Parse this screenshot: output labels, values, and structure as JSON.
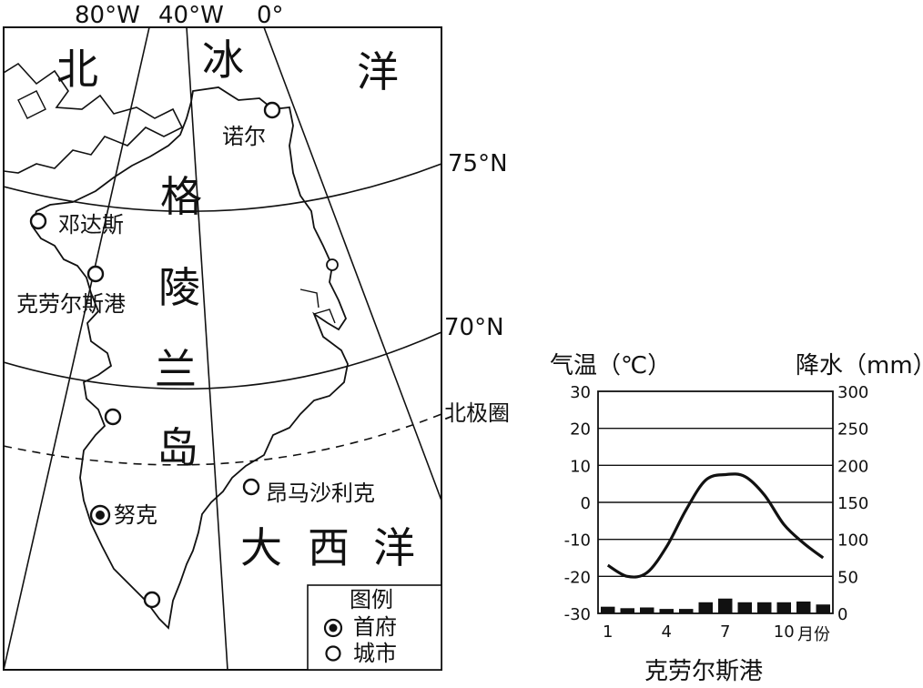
{
  "map": {
    "longitudes": [
      "80°W",
      "40°W",
      "0°"
    ],
    "latitudes": [
      "75°N",
      "70°N"
    ],
    "arctic_circle": "北极圈",
    "ocean_north": [
      "北",
      "冰",
      "洋"
    ],
    "island": [
      "格",
      "陵",
      "兰",
      "岛"
    ],
    "ocean_atlantic": [
      "大",
      "西",
      "洋"
    ],
    "cities": [
      {
        "name": "诺尔",
        "type": "city"
      },
      {
        "name": "邓达斯",
        "type": "city"
      },
      {
        "name": "克劳尔斯港",
        "type": "city"
      },
      {
        "name": "努克",
        "type": "capital"
      },
      {
        "name": "昂马沙利克",
        "type": "city"
      },
      {
        "name": "",
        "type": "city"
      },
      {
        "name": "",
        "type": "city"
      },
      {
        "name": "",
        "type": "city"
      }
    ],
    "legend": {
      "title": "图例",
      "capital": "首府",
      "city": "城市"
    }
  },
  "chart_data": {
    "type": "line+bar",
    "title": "克劳尔斯港",
    "left_axis_label": "气温（℃）",
    "right_axis_label": "降水（mm）",
    "x_unit": "月份",
    "x_ticks": [
      "1",
      "4",
      "7",
      "10"
    ],
    "months": [
      1,
      2,
      3,
      4,
      5,
      6,
      7,
      8,
      9,
      10,
      11,
      12
    ],
    "temperature_ylim": [
      -30,
      30
    ],
    "temperature_ticks": [
      "30",
      "20",
      "10",
      "0",
      "-10",
      "-20",
      "-30"
    ],
    "precip_ylim": [
      0,
      300
    ],
    "precip_ticks": [
      "300",
      "250",
      "200",
      "150",
      "100",
      "50",
      "0"
    ],
    "grid": true,
    "series": [
      {
        "name": "气温",
        "type": "line",
        "values": [
          -17,
          -20,
          -19,
          -12,
          -2,
          6,
          7.5,
          7,
          2,
          -6,
          -11,
          -15
        ]
      },
      {
        "name": "降水",
        "type": "bar",
        "values": [
          9,
          7,
          8,
          6,
          6,
          15,
          20,
          15,
          15,
          15,
          16,
          12
        ]
      }
    ]
  }
}
